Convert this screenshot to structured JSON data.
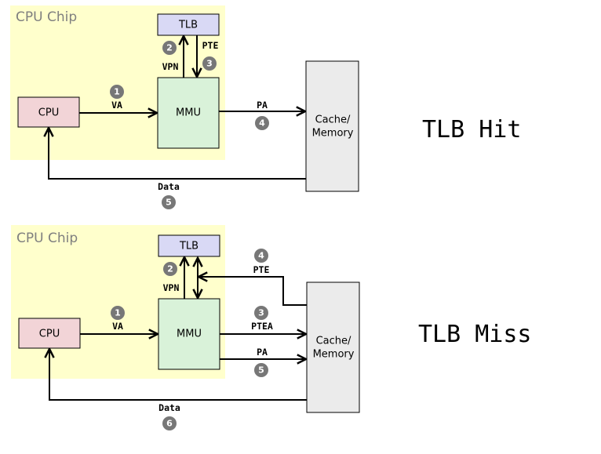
{
  "colors": {
    "chip_bg": "#ffffcc",
    "cpu": "#f2d4d7",
    "tlb": "#d9d9f5",
    "mmu": "#d9f2d9",
    "memory": "#ebebeb",
    "badge": "#777777"
  },
  "hit": {
    "title": "TLB Hit",
    "chip_label": "CPU Chip",
    "cpu_label": "CPU",
    "tlb_label": "TLB",
    "mmu_label": "MMU",
    "memory_label_line1": "Cache/",
    "memory_label_line2": "Memory",
    "signals": {
      "va": "VA",
      "vpn": "VPN",
      "pte": "PTE",
      "pa": "PA",
      "data": "Data"
    },
    "steps": {
      "va": "1",
      "vpn": "2",
      "pte": "3",
      "pa": "4",
      "data": "5"
    }
  },
  "miss": {
    "title": "TLB Miss",
    "chip_label": "CPU Chip",
    "cpu_label": "CPU",
    "tlb_label": "TLB",
    "mmu_label": "MMU",
    "memory_label_line1": "Cache/",
    "memory_label_line2": "Memory",
    "signals": {
      "va": "VA",
      "vpn": "VPN",
      "pte": "PTE",
      "ptea": "PTEA",
      "pa": "PA",
      "data": "Data"
    },
    "steps": {
      "va": "1",
      "vpn": "2",
      "ptea": "3",
      "pte": "4",
      "pa": "5",
      "data": "6"
    }
  }
}
